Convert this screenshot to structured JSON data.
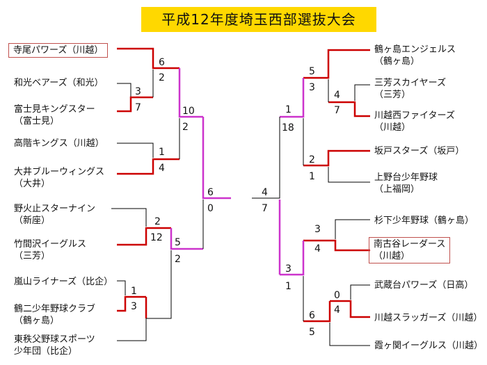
{
  "title": "平成12年度埼玉西部選抜大会",
  "colors": {
    "line": "#000000",
    "winner": "#cc0000",
    "semi": "#cc33cc",
    "title_bg": "#ffd800",
    "box": "#c0504d"
  },
  "left": {
    "teams": [
      {
        "l1": "寺尾パワーズ（川越）",
        "l2": ""
      },
      {
        "l1": "和光ベアーズ（和光）",
        "l2": ""
      },
      {
        "l1": "富士見キングスター",
        "l2": "（富士見）"
      },
      {
        "l1": "高階キングス（川越）",
        "l2": ""
      },
      {
        "l1": "大井ブルーウィングス",
        "l2": "（大井）"
      },
      {
        "l1": "野火止スターナイン",
        "l2": "（新座）"
      },
      {
        "l1": "竹間沢イーグルス",
        "l2": "（三芳）"
      },
      {
        "l1": "嵐山ライナーズ（比企）",
        "l2": ""
      },
      {
        "l1": "鶴二少年野球クラブ",
        "l2": "（鶴ヶ島）"
      },
      {
        "l1": "東秩父野球スポーツ",
        "l2": "少年団（比企）"
      }
    ],
    "scores": {
      "r1": {
        "a": "3",
        "b": "7"
      },
      "r1b": {
        "a": "1",
        "b": "3"
      },
      "r2a": {
        "a": "6",
        "b": "2"
      },
      "r2b": {
        "a": "1",
        "b": "4"
      },
      "r2c": {
        "a": "2",
        "b": "12"
      },
      "r3a": {
        "a": "10",
        "b": "2"
      },
      "r3b": {
        "a": "5",
        "b": "2"
      },
      "semi": {
        "a": "6",
        "b": "0"
      }
    }
  },
  "right": {
    "teams": [
      {
        "l1": "鶴ヶ島エンジェルス",
        "l2": "（鶴ヶ島）"
      },
      {
        "l1": "三芳スカイヤーズ",
        "l2": "（三芳）"
      },
      {
        "l1": "川越西ファイターズ",
        "l2": "（川越）"
      },
      {
        "l1": "坂戸スターズ（坂戸）",
        "l2": ""
      },
      {
        "l1": "上野台少年野球",
        "l2": "（上福岡）"
      },
      {
        "l1": "杉下少年野球（鶴ヶ島）",
        "l2": ""
      },
      {
        "l1": "南古谷レーダース",
        "l2": "（川越）"
      },
      {
        "l1": "武蔵台パワーズ（日高）",
        "l2": ""
      },
      {
        "l1": "川越スラッガーズ（川越）",
        "l2": ""
      },
      {
        "l1": "霞ヶ関イーグルス（川越）",
        "l2": ""
      }
    ],
    "scores": {
      "r1a": {
        "a": "4",
        "b": "7"
      },
      "r1b": {
        "a": "0",
        "b": "4"
      },
      "r2a": {
        "a": "5",
        "b": "3"
      },
      "r2b": {
        "a": "2",
        "b": "1"
      },
      "r2c": {
        "a": "3",
        "b": "4"
      },
      "r2d": {
        "a": "6",
        "b": "5"
      },
      "r3a": {
        "a": "1",
        "b": "18"
      },
      "r3b": {
        "a": "3",
        "b": "1"
      },
      "semi": {
        "a": "4",
        "b": "7"
      }
    }
  }
}
